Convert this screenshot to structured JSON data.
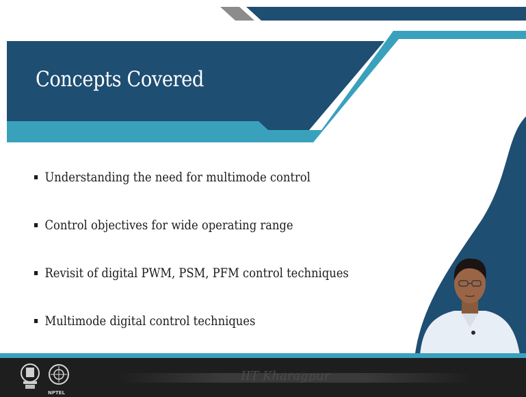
{
  "slide": {
    "title": "Concepts Covered",
    "bullets": [
      "Understanding the need for multimode control",
      "Control objectives for wide operating range",
      "Revisit of digital PWM, PSM, PFM control techniques",
      "Multimode digital control techniques"
    ]
  },
  "footer": {
    "institution": "IIT Kharagpur",
    "logo_left": "iit-kharagpur-emblem",
    "logo_right": "nptel-logo",
    "logo_right_label": "NPTEL"
  },
  "colors": {
    "navy": "#1e4e72",
    "accent": "#3aa1bd",
    "grey_tab": "#8c8c8c",
    "footer_bg": "#1e1e1e"
  }
}
